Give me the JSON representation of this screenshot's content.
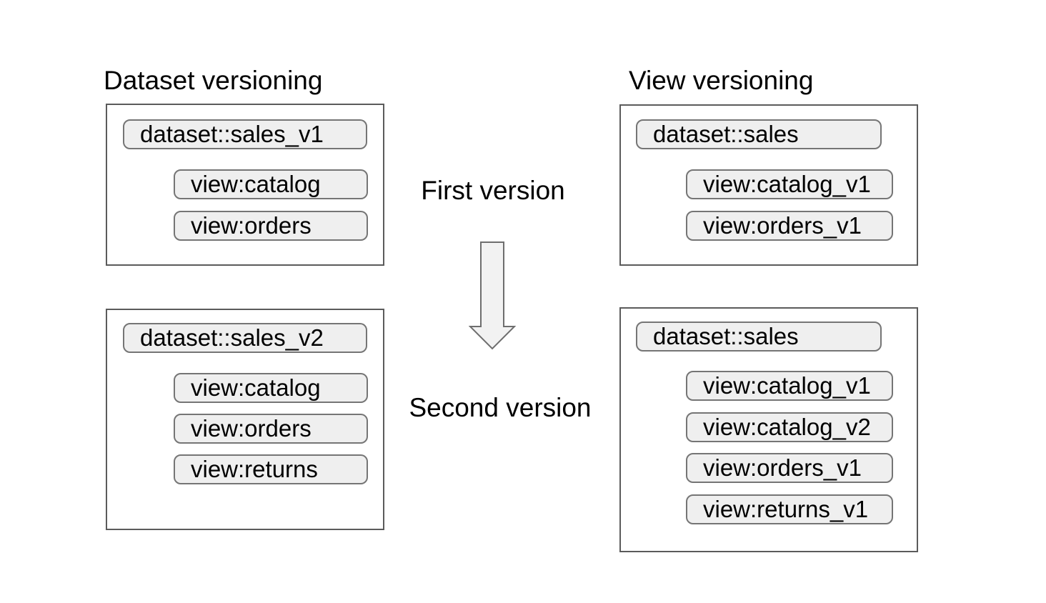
{
  "sections": {
    "left": {
      "title": "Dataset versioning",
      "first": {
        "dataset": "dataset::sales_v1",
        "views": [
          "view:catalog",
          "view:orders"
        ]
      },
      "second": {
        "dataset": "dataset::sales_v2",
        "views": [
          "view:catalog",
          "view:orders",
          "view:returns"
        ]
      }
    },
    "right": {
      "title": "View versioning",
      "first": {
        "dataset": "dataset::sales",
        "views": [
          "view:catalog_v1",
          "view:orders_v1"
        ]
      },
      "second": {
        "dataset": "dataset::sales",
        "views": [
          "view:catalog_v1",
          "view:catalog_v2",
          "view:orders_v1",
          "view:returns_v1"
        ]
      }
    }
  },
  "middle": {
    "first_label": "First version",
    "second_label": "Second version",
    "arrow_icon": "down-arrow"
  },
  "colors": {
    "background": "#ffffff",
    "text": "#000000",
    "box_border": "#5b5b5b",
    "pill_fill": "#efefef",
    "pill_border": "#757575",
    "arrow_fill": "#f2f2f2",
    "arrow_border": "#6e6e6e"
  }
}
